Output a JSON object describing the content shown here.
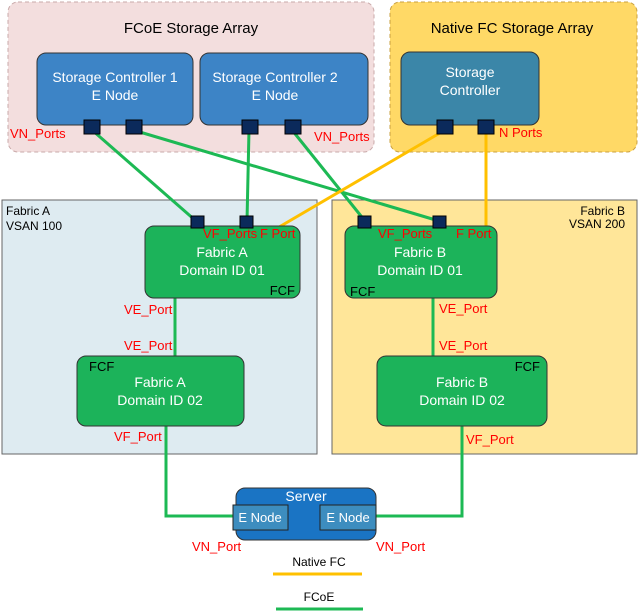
{
  "fcoe_array": {
    "title": "FCoE Storage Array"
  },
  "native_array": {
    "title": "Native FC Storage Array"
  },
  "sc1": {
    "line1": "Storage Controller 1",
    "line2": "E Node"
  },
  "sc2": {
    "line1": "Storage Controller 2",
    "line2": "E Node"
  },
  "sc_native": {
    "line1": "Storage",
    "line2": "Controller"
  },
  "fabric_a": {
    "line1": "Fabric A",
    "line2": "VSAN 100"
  },
  "fabric_b": {
    "line1": "Fabric B",
    "line2": "VSAN 200"
  },
  "switch_a1": {
    "line1": "Fabric A",
    "line2": "Domain ID 01",
    "tag": "FCF"
  },
  "switch_b1": {
    "line1": "Fabric B",
    "line2": "Domain ID 01",
    "tag": "FCF"
  },
  "switch_a2": {
    "line1": "Fabric A",
    "line2": "Domain ID 02",
    "tag": "FCF"
  },
  "switch_b2": {
    "line1": "Fabric B",
    "line2": "Domain ID 02",
    "tag": "FCF"
  },
  "server": {
    "title": "Server",
    "enode_left": "E Node",
    "enode_right": "E Node"
  },
  "port_labels": {
    "vn_ports_left": "VN_Ports",
    "vn_ports_right": "VN_Ports",
    "n_ports": "N Ports",
    "vf_ports_a": "VF_Ports",
    "f_port_a": "F Port",
    "vf_ports_b": "VF_Ports",
    "f_port_b": "F Port",
    "ve_port_a_top": "VE_Port",
    "ve_port_a_bottom": "VE_Port",
    "ve_port_b_top": "VE_Port",
    "ve_port_b_bottom": "VE_Port",
    "vf_port_a2": "VF_Port",
    "vf_port_b2": "VF_Port",
    "vn_port_server_left": "VN_Port",
    "vn_port_server_right": "VN_Port"
  },
  "legend": {
    "native_fc": "Native FC",
    "fcoe": "FCoE"
  },
  "colors": {
    "fcoe_link": "#1db954",
    "native_link": "#ffc000",
    "port_label": "#ff0000",
    "switch_fill": "#1cb35a",
    "controller_fill": "#3d84c6",
    "port_fill": "#0b2a5b"
  }
}
